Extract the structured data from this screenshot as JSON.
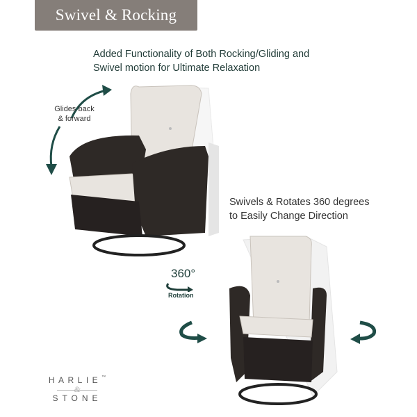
{
  "title": "Swivel & Rocking",
  "headline": {
    "line1": "Added Functionality of Both Rocking/Gliding and",
    "line2": "Swivel motion for Ultimate Relaxation"
  },
  "glide_label": {
    "line1": "Glides back",
    "line2": "& forward"
  },
  "swivel_text": {
    "line1": "Swivels & Rotates 360 degrees",
    "line2": "to Easily Change Direction"
  },
  "rotation_badge": {
    "number": "360°",
    "label": "Rotation"
  },
  "brand": {
    "line1": "HARLIE",
    "tm": "™",
    "amp": "&",
    "line3": "STONE"
  },
  "colors": {
    "title_bg": "#857e79",
    "accent_teal": "#1f4d47",
    "wicker": "#2a2523",
    "cushion": "#e8e4df"
  }
}
